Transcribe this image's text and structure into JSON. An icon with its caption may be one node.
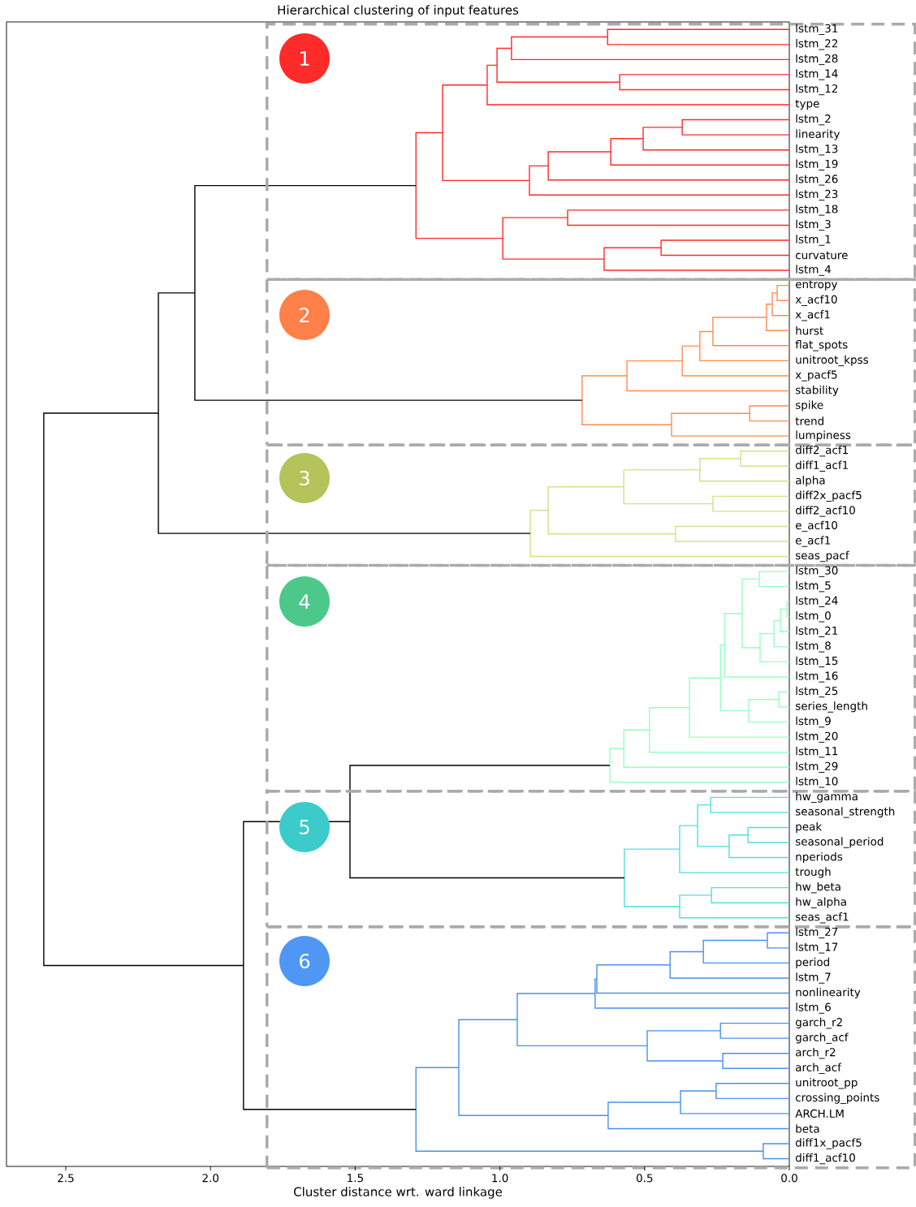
{
  "diagram": {
    "title": "Hierarchical clustering of input features",
    "nodes": [
      {
        "text": [],
        "shape": "box"
      },
      {
        "text": [
          "1"
        ],
        "in": 0
      },
      {
        "text": [],
        "shape": "box"
      },
      {
        "text": [
          "2"
        ],
        "in": 2
      },
      {
        "text": [],
        "shape": "box"
      },
      {
        "text": [
          "3"
        ],
        "in": 4
      },
      {
        "text": [],
        "shape": "box"
      },
      {
        "text": [
          "4"
        ],
        "in": 6
      },
      {
        "text": [],
        "shape": "box"
      },
      {
        "text": [
          "5"
        ],
        "in": 8
      },
      {
        "text": [],
        "shape": "box"
      },
      {
        "text": [
          "6"
        ],
        "in": 10
      }
    ],
    "labels": [
      "lstm_31",
      "lstm_22",
      "lstm_28",
      "lstm_14",
      "lstm_12",
      "type",
      "lstm_2",
      "linearity",
      "lstm_13",
      "lstm_19",
      "lstm_26",
      "lstm_23",
      "lstm_18",
      "lstm_3",
      "lstm_1",
      "curvature",
      "lstm_4",
      "entropy",
      "x_acf10",
      "x_acf1",
      "hurst",
      "flat_spots",
      "unitroot_kpss",
      "x_pacf5",
      "stability",
      "spike",
      "trend",
      "lumpiness",
      "diff2_acf1",
      "diff1_acf1",
      "alpha",
      "diff2x_pacf5",
      "diff2_acf10",
      "e_acf10",
      "e_acf1",
      "seas_pacf",
      "lstm_30",
      "lstm_5",
      "lstm_24",
      "lstm_0",
      "lstm_21",
      "lstm_8",
      "lstm_15",
      "lstm_16",
      "lstm_25",
      "series_length",
      "lstm_9",
      "lstm_20",
      "lstm_11",
      "lstm_29",
      "lstm_10",
      "hw_gamma",
      "seasonal_strength",
      "peak",
      "seasonal_period",
      "nperiods",
      "trough",
      "hw_beta",
      "hw_alpha",
      "seas_acf1",
      "lstm_27",
      "lstm_17",
      "period",
      "lstm_7",
      "nonlinearity",
      "lstm_6",
      "garch_r2",
      "garch_acf",
      "arch_r2",
      "arch_acf",
      "unitroot_pp",
      "crossing_points",
      "ARCH.LM",
      "beta",
      "diff1x_pacf5",
      "diff1_acf10",
      "2.5",
      "2.0",
      "1.5",
      "1.0",
      "0.5",
      "0.0",
      "Cluster distance wrt. ward linkage"
    ]
  }
}
